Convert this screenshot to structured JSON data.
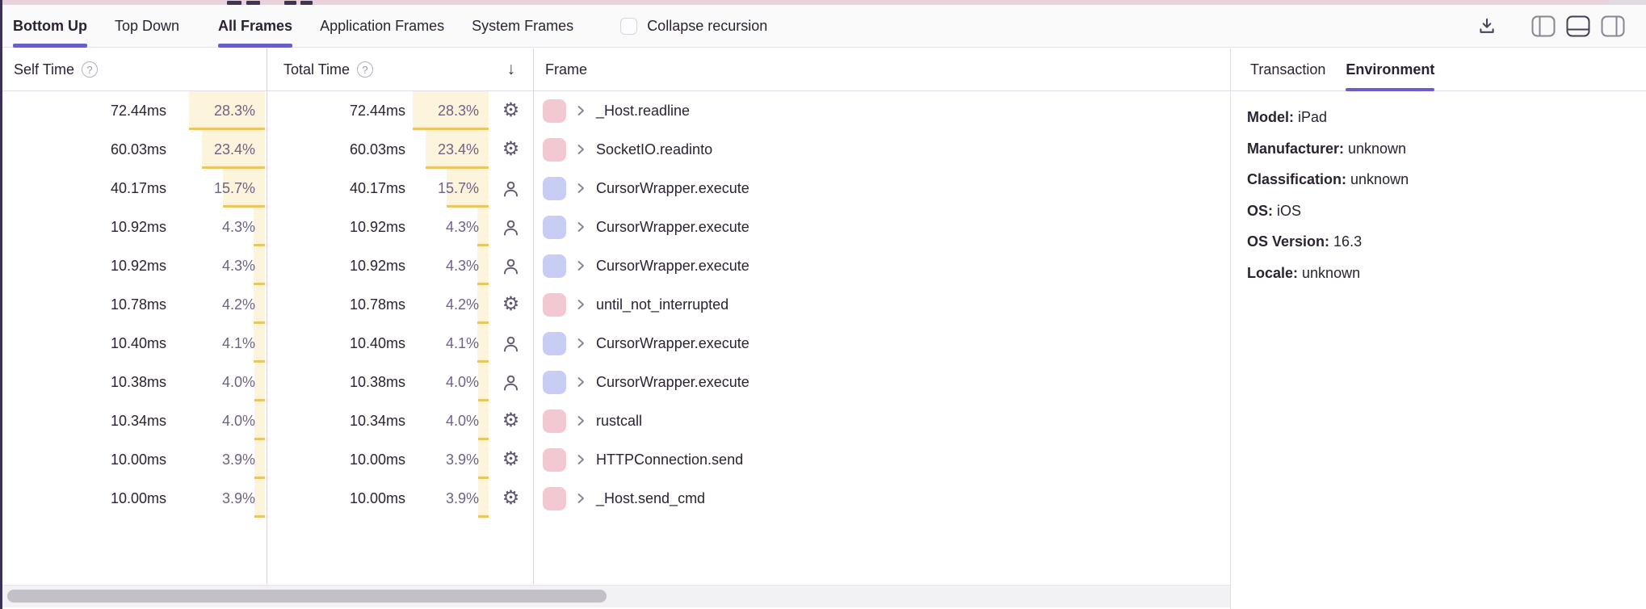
{
  "tabbar": {
    "view_tabs": [
      {
        "label": "Bottom Up",
        "active": true
      },
      {
        "label": "Top Down",
        "active": false
      }
    ],
    "frame_tabs": [
      {
        "label": "All Frames",
        "active": true
      },
      {
        "label": "Application Frames",
        "active": false
      },
      {
        "label": "System Frames",
        "active": false
      }
    ],
    "collapse_recursion_label": "Collapse recursion",
    "collapse_recursion_checked": false
  },
  "table": {
    "columns": {
      "self": "Self Time",
      "total": "Total Time",
      "frame": "Frame"
    },
    "sort": {
      "column": "total",
      "direction": "desc"
    },
    "max_percent": 28.3,
    "rows": [
      {
        "self_time": "72.44ms",
        "self_pct": "28.3%",
        "total_time": "72.44ms",
        "total_pct": "28.3%",
        "pct_value": 28.3,
        "frame": "_Host.readline",
        "type": "system"
      },
      {
        "self_time": "60.03ms",
        "self_pct": "23.4%",
        "total_time": "60.03ms",
        "total_pct": "23.4%",
        "pct_value": 23.4,
        "frame": "SocketIO.readinto",
        "type": "system"
      },
      {
        "self_time": "40.17ms",
        "self_pct": "15.7%",
        "total_time": "40.17ms",
        "total_pct": "15.7%",
        "pct_value": 15.7,
        "frame": "CursorWrapper.execute",
        "type": "application"
      },
      {
        "self_time": "10.92ms",
        "self_pct": "4.3%",
        "total_time": "10.92ms",
        "total_pct": "4.3%",
        "pct_value": 4.3,
        "frame": "CursorWrapper.execute",
        "type": "application"
      },
      {
        "self_time": "10.92ms",
        "self_pct": "4.3%",
        "total_time": "10.92ms",
        "total_pct": "4.3%",
        "pct_value": 4.3,
        "frame": "CursorWrapper.execute",
        "type": "application"
      },
      {
        "self_time": "10.78ms",
        "self_pct": "4.2%",
        "total_time": "10.78ms",
        "total_pct": "4.2%",
        "pct_value": 4.2,
        "frame": "until_not_interrupted",
        "type": "system"
      },
      {
        "self_time": "10.40ms",
        "self_pct": "4.1%",
        "total_time": "10.40ms",
        "total_pct": "4.1%",
        "pct_value": 4.1,
        "frame": "CursorWrapper.execute",
        "type": "application"
      },
      {
        "self_time": "10.38ms",
        "self_pct": "4.0%",
        "total_time": "10.38ms",
        "total_pct": "4.0%",
        "pct_value": 4.0,
        "frame": "CursorWrapper.execute",
        "type": "application"
      },
      {
        "self_time": "10.34ms",
        "self_pct": "4.0%",
        "total_time": "10.34ms",
        "total_pct": "4.0%",
        "pct_value": 4.0,
        "frame": "rustcall",
        "type": "system"
      },
      {
        "self_time": "10.00ms",
        "self_pct": "3.9%",
        "total_time": "10.00ms",
        "total_pct": "3.9%",
        "pct_value": 3.9,
        "frame": "HTTPConnection.send",
        "type": "system"
      },
      {
        "self_time": "10.00ms",
        "self_pct": "3.9%",
        "total_time": "10.00ms",
        "total_pct": "3.9%",
        "pct_value": 3.9,
        "frame": "_Host.send_cmd",
        "type": "system"
      }
    ]
  },
  "right_panel": {
    "tabs": [
      {
        "label": "Transaction",
        "active": false
      },
      {
        "label": "Environment",
        "active": true
      }
    ],
    "environment": [
      {
        "label": "Model:",
        "value": "iPad"
      },
      {
        "label": "Manufacturer:",
        "value": "unknown"
      },
      {
        "label": "Classification:",
        "value": "unknown"
      },
      {
        "label": "OS:",
        "value": "iOS"
      },
      {
        "label": "OS Version:",
        "value": "16.3"
      },
      {
        "label": "Locale:",
        "value": "unknown"
      }
    ]
  },
  "icons": {
    "help": "?",
    "sort_descending": "↓",
    "gear": "⚙",
    "user": "person-outline",
    "chevron": "chevron-right",
    "download": "download-tray",
    "layout_left": "panel-left",
    "layout_bottom": "panel-bottom",
    "layout_right": "panel-right"
  },
  "colors": {
    "accent_purple": "#6a5fc8",
    "system_frame_swatch": "#f2c9d1",
    "application_frame_swatch": "#c8cdf4",
    "percent_bar_bg": "#fcf5dc",
    "percent_bar_underline": "#eec45e",
    "minimap_pink": "#e9d2dc",
    "dark_edge": "#3b3153",
    "text_dark": "#2b2233",
    "text_muted": "#6f6384"
  }
}
